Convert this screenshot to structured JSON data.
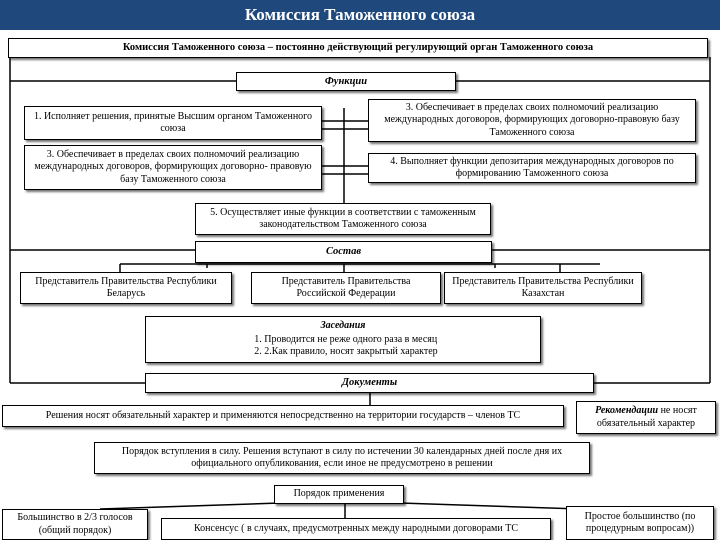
{
  "header": {
    "title": "Комиссия Таможенного союза"
  },
  "definition": "Комиссия Таможенного союза – постоянно действующий регулирующий орган Таможенного союза",
  "functions": {
    "title": "Функции",
    "items": [
      "1. Исполняет решения, принятые Высшим органом Таможенного союза",
      "3. Обеспечивает в пределах своих полномочий реализацию международных договоров, формирующих договорно-правовую базу Таможенного союза",
      "3. Обеспечивает в пределах своих полномочий реализацию международных договоров, формирующих договорно- правовую базу Таможенного союза",
      "4. Выполняет функции депозитария международных договоров по формированию Таможенного союза",
      "5. Осуществляет иные функции в соответствии с таможенным законодательством Таможенного союза"
    ]
  },
  "composition": {
    "title": "Состав",
    "members": [
      "Представитель Правительства Республики Беларусь",
      "Представитель Правительства Российской Федерации",
      "Представитель Правительства Республики Казахстан"
    ]
  },
  "meetings": {
    "title": "Заседания",
    "items": [
      "Проводится не реже одного раза в месяц",
      "2.Как правило, носят закрытый характер"
    ]
  },
  "documents": {
    "title": "Документы",
    "decisions": "Решения носят обязательный характер и применяются непосредственно на территории государств – членов ТС",
    "recommendations_bold": "Рекомендации",
    "recommendations_rest": " не носят обязательный характер",
    "entry_into_force": "Порядок вступления в силу. Решения вступают в силу по истечении 30 календарных дней после дня их официального опубликования, если иное не предусмотрено в решении",
    "application_order": "Порядок применения",
    "majority": "Большинство в 2/3 голосов (общий порядок)",
    "consensus": "Консенсус ( в случаях, предусмотренных между народными договорами ТС",
    "simple_majority": "Простое большинство (по процедурным вопросам))"
  }
}
